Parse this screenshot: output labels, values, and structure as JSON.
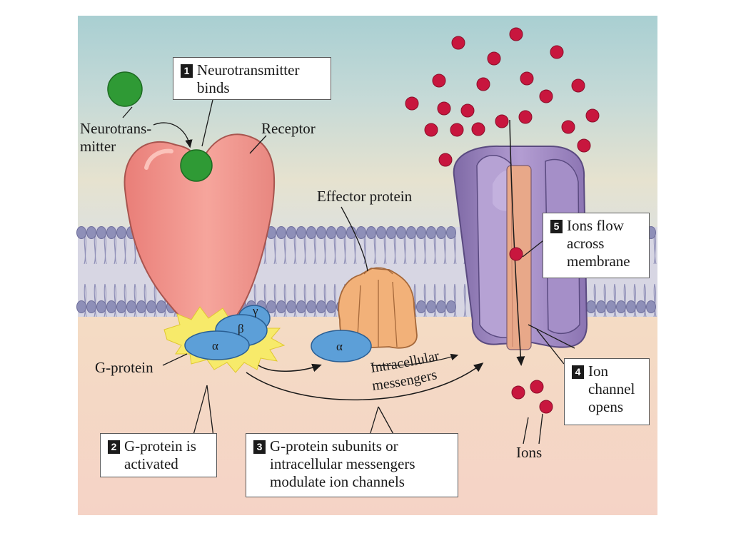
{
  "labels": {
    "neurotransmitter": "Neurotrans-\nmitter",
    "receptor": "Receptor",
    "effector_protein": "Effector protein",
    "g_protein": "G-protein",
    "intracellular_messengers_line1": "Intracellular",
    "intracellular_messengers_line2": "messengers",
    "ions": "Ions",
    "alpha": "α",
    "beta": "β",
    "gamma": "γ"
  },
  "steps": [
    {
      "number": "1",
      "text": "Neurotransmitter\nbinds"
    },
    {
      "number": "2",
      "text": "G-protein is\nactivated"
    },
    {
      "number": "3",
      "text": "G-protein subunits or\nintracellular messengers\nmodulate ion channels"
    },
    {
      "number": "4",
      "text": "Ion\nchannel\nopens"
    },
    {
      "number": "5",
      "text": "Ions flow\nacross\nmembrane"
    }
  ],
  "colors": {
    "receptor": "#f0918a",
    "neurotransmitter": "#2f9a35",
    "g_protein": "#5c9fd8",
    "activation_burst": "#f7ea6a",
    "effector": "#f2b179",
    "ion_channel": "#9c82c0",
    "ions": "#c8163e",
    "membrane": "#8e8fb8"
  }
}
